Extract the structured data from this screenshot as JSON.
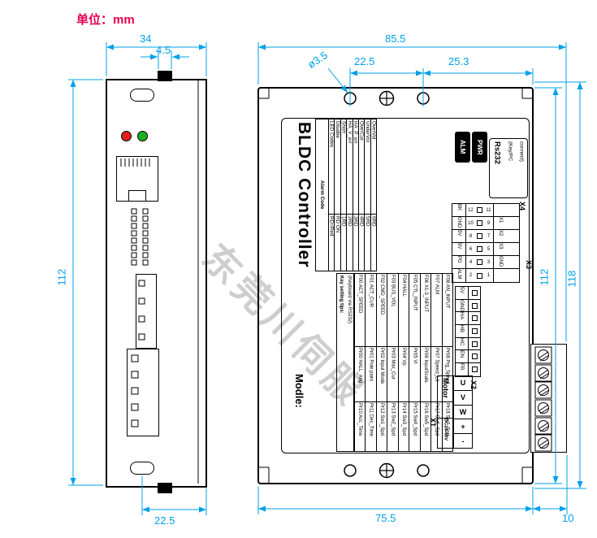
{
  "meta": {
    "unit_label": "单位：mm",
    "watermark": "东莞川伺服"
  },
  "dims": {
    "side_width": "34",
    "side_tab": "4.5",
    "side_height": "112",
    "side_bottom_offset": "22.5",
    "front_total_width": "85.5",
    "front_hole_pitch_left": "22.5",
    "front_hole_pitch_right": "25.3",
    "front_hole_dia": "ø3.5",
    "front_height_inner": "112",
    "front_height_total": "118",
    "front_body_width": "75.5",
    "terminal_width": "10"
  },
  "label": {
    "title": "BLDC Controller",
    "model": "Modle:",
    "alarm": {
      "title": "Alarm Code",
      "rows": [
        {
          "label": "LED Codes",
          "code": "RD=Red"
        },
        {
          "label": "Disable",
          "code": "RD ON"
        },
        {
          "label": "Short",
          "code": "1RD"
        },
        {
          "label": "HA_V_err",
          "code": "2RD"
        },
        {
          "label": "HA_P_err",
          "code": "3RD"
        },
        {
          "label": "OverCur",
          "code": "4RD"
        },
        {
          "label": "UnderVol",
          "code": "5RD"
        },
        {
          "label": "OverVol",
          "code": "6RD"
        }
      ]
    },
    "keytips": {
      "title": "Key setting tips:",
      "subtitle": "(Keyboard via RS232)",
      "rows": [
        {
          "f": "F00 ACT_SPEED",
          "p0": "Pr00 HALL_Ang",
          "p1": "Pr10 Acc_Time"
        },
        {
          "f": "F01 ACT_CUR",
          "p0": "Pr01 Pole pairs",
          "p1": "Pr11 Dec_Time"
        },
        {
          "f": "F02 CMD_SPEED",
          "p0": "Pr02 Input Mode",
          "p1": "Pr12 Sw1_Spd"
        },
        {
          "f": "F03 BUS_VOL",
          "p0": "Pr03 Max_Cur",
          "p1": "Pr13 Sw2_Spd"
        },
        {
          "f": "F04 HALL",
          "p0": "Pr04 Vp",
          "p1": "Pr14 Sw3_Spd"
        },
        {
          "f": "F05 CTL_INPUT",
          "p0": "Pr05 Vi",
          "p1": "Pr15 Sw4_Spd"
        },
        {
          "f": "F06 X1-3_INPUT",
          "p0": "Pr06 InputScale",
          "p1": "Pr16 Sw5_Spd"
        },
        {
          "f": "F07 ALM",
          "p0": "Pr07 Speed_Lit",
          "p1": "Pr17 Sw6_Spd"
        },
        {
          "f": "F08 AN_INPUT",
          "p0": "Pr08 Prg_Speed",
          "p1": "Pr18 Sw7_Spd"
        }
      ]
    },
    "x4": {
      "name": "X4",
      "line1": "Rs232",
      "line2": "(Key/PC",
      "line3": "connect)"
    },
    "indicators": [
      {
        "label": "ALM"
      },
      {
        "label": "PWR"
      }
    ],
    "x3": {
      "name": "X3",
      "rows": [
        {
          "left": "BK",
          "ln": "12",
          "rn": "11",
          "right": ""
        },
        {
          "left": "GND",
          "ln": "10",
          "rn": "9",
          "right": "X1"
        },
        {
          "left": "5V",
          "ln": "8",
          "rn": "7",
          "right": "X2"
        },
        {
          "left": "5V",
          "ln": "6",
          "rn": "5",
          "right": "X3"
        },
        {
          "left": "PG",
          "ln": "4",
          "rn": "3",
          "right": "GND"
        },
        {
          "left": "ALM",
          "ln": "2",
          "rn": "1",
          "right": ""
        }
      ]
    },
    "x2": {
      "name": "X2",
      "pins": [
        "5V",
        "GND",
        "HA",
        "HB",
        "HC",
        "EN",
        "FR"
      ]
    },
    "x1": {
      "name": "X1",
      "motor": "Motor",
      "power": "DC24-48V",
      "motor_pins": [
        "U",
        "V",
        "W"
      ],
      "power_pins": [
        "+",
        "-"
      ]
    }
  }
}
